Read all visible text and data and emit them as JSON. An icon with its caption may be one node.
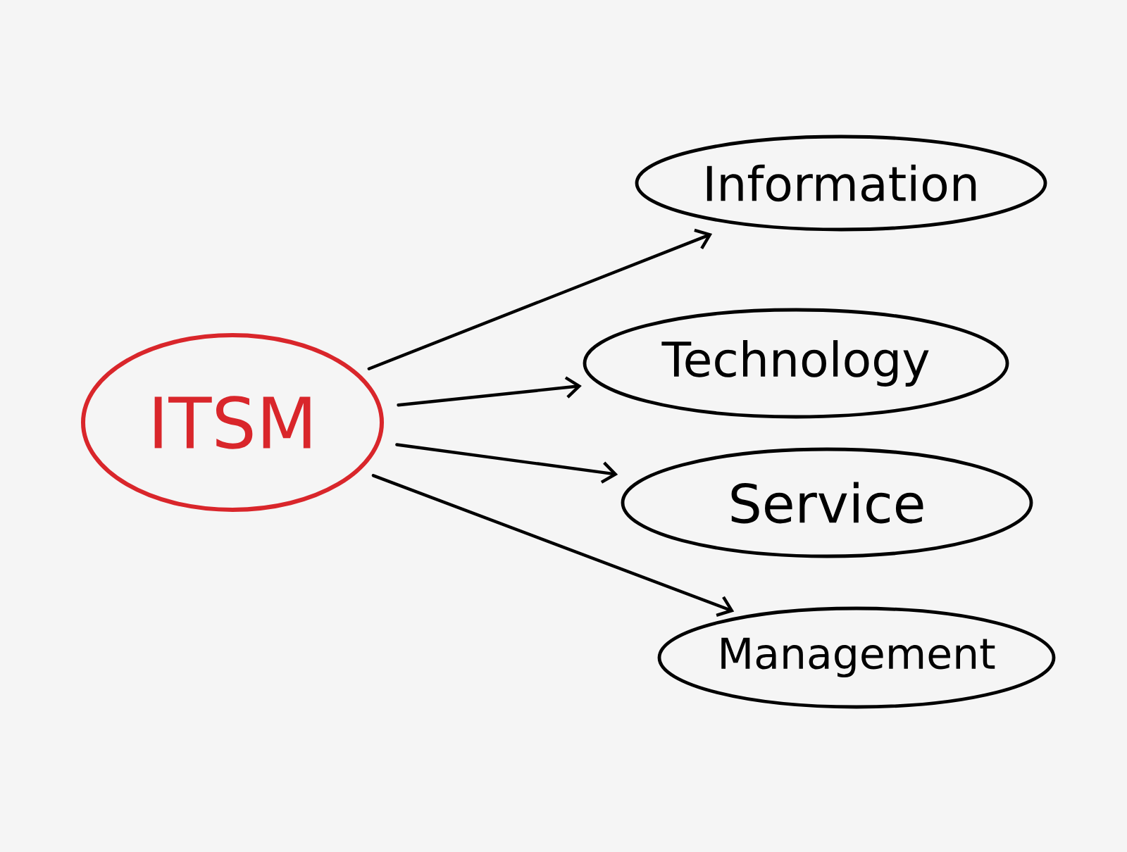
{
  "diagram": {
    "nodes": [
      {
        "text": [
          "ITSM"
        ]
      },
      {
        "text": [
          "Information"
        ]
      },
      {
        "text": [
          "Technology"
        ]
      },
      {
        "text": [
          "Service"
        ]
      },
      {
        "text": [
          "Management"
        ]
      }
    ],
    "edges": [
      {
        "from": 0,
        "to": 1,
        "arrow": "to"
      },
      {
        "from": 0,
        "to": 2,
        "arrow": "to"
      },
      {
        "from": 0,
        "to": 3,
        "arrow": "to"
      },
      {
        "from": 0,
        "to": 4,
        "arrow": "to"
      }
    ]
  }
}
